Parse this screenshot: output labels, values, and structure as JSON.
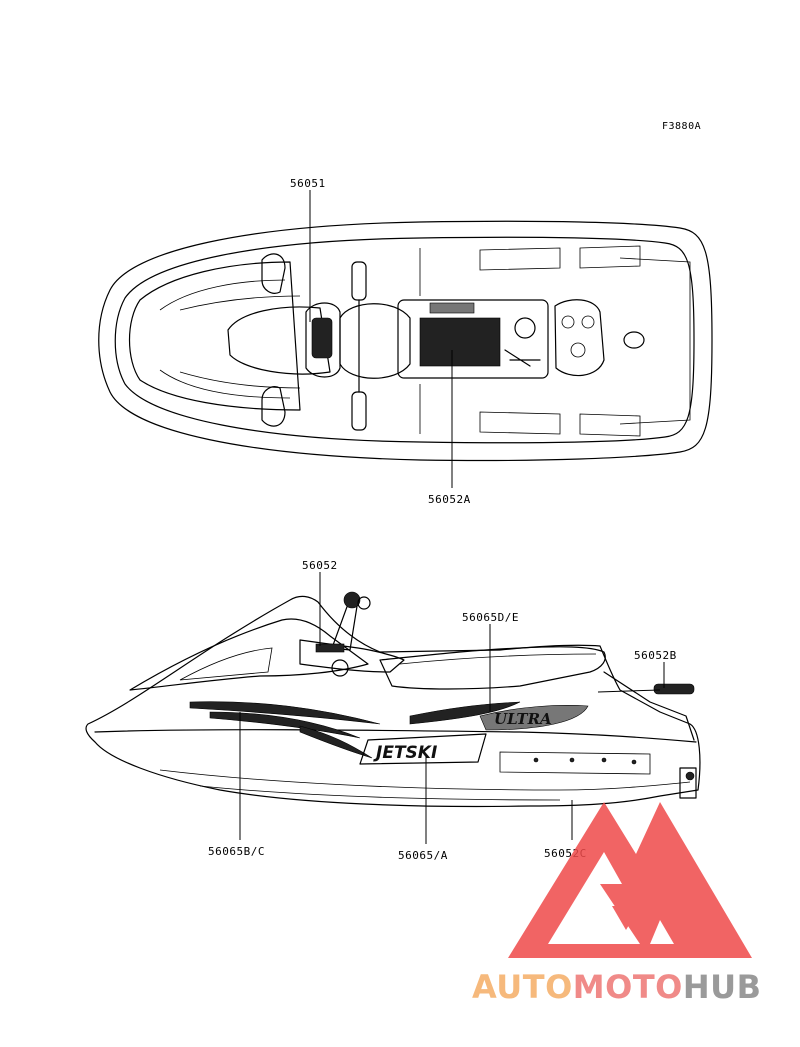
{
  "figure_code": "F3880A",
  "top_view": {
    "labels": {
      "steering_decal": "56051",
      "engine_decal": "56052A"
    }
  },
  "side_view": {
    "labels": {
      "hood_decal": "56052",
      "seat_decal": "56065D/E",
      "rear_decal": "56052B",
      "front_stripe": "56065B/C",
      "jetski_logo": "56065/A",
      "hull_decal": "56052C"
    },
    "hull_text": {
      "jetski": "JETSKI",
      "model": "ULTRA"
    }
  },
  "watermark": {
    "part1": "AUTO",
    "part2": "MOTO",
    "part3": "HUB",
    "colors": {
      "auto": "#f6b97c",
      "moto": "#f08a88",
      "hub": "#9a9a9a",
      "logo": "#ef4a4a"
    }
  }
}
